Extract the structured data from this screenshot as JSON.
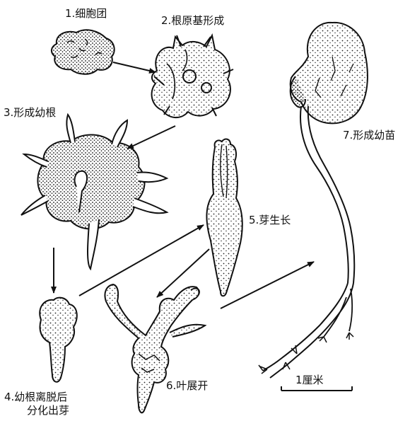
{
  "stages": [
    {
      "id": 1,
      "label": "1.细胞团"
    },
    {
      "id": 2,
      "label": "2.根原基形成"
    },
    {
      "id": 3,
      "label": "3.形成幼根"
    },
    {
      "id": 4,
      "label_lines": [
        "4.幼根离脱后",
        "分化出芽"
      ]
    },
    {
      "id": 5,
      "label": "5.芽生长"
    },
    {
      "id": 6,
      "label": "6.叶展开"
    },
    {
      "id": 7,
      "label": "7.形成幼苗"
    }
  ],
  "scale_bar": {
    "label": "1厘米"
  }
}
